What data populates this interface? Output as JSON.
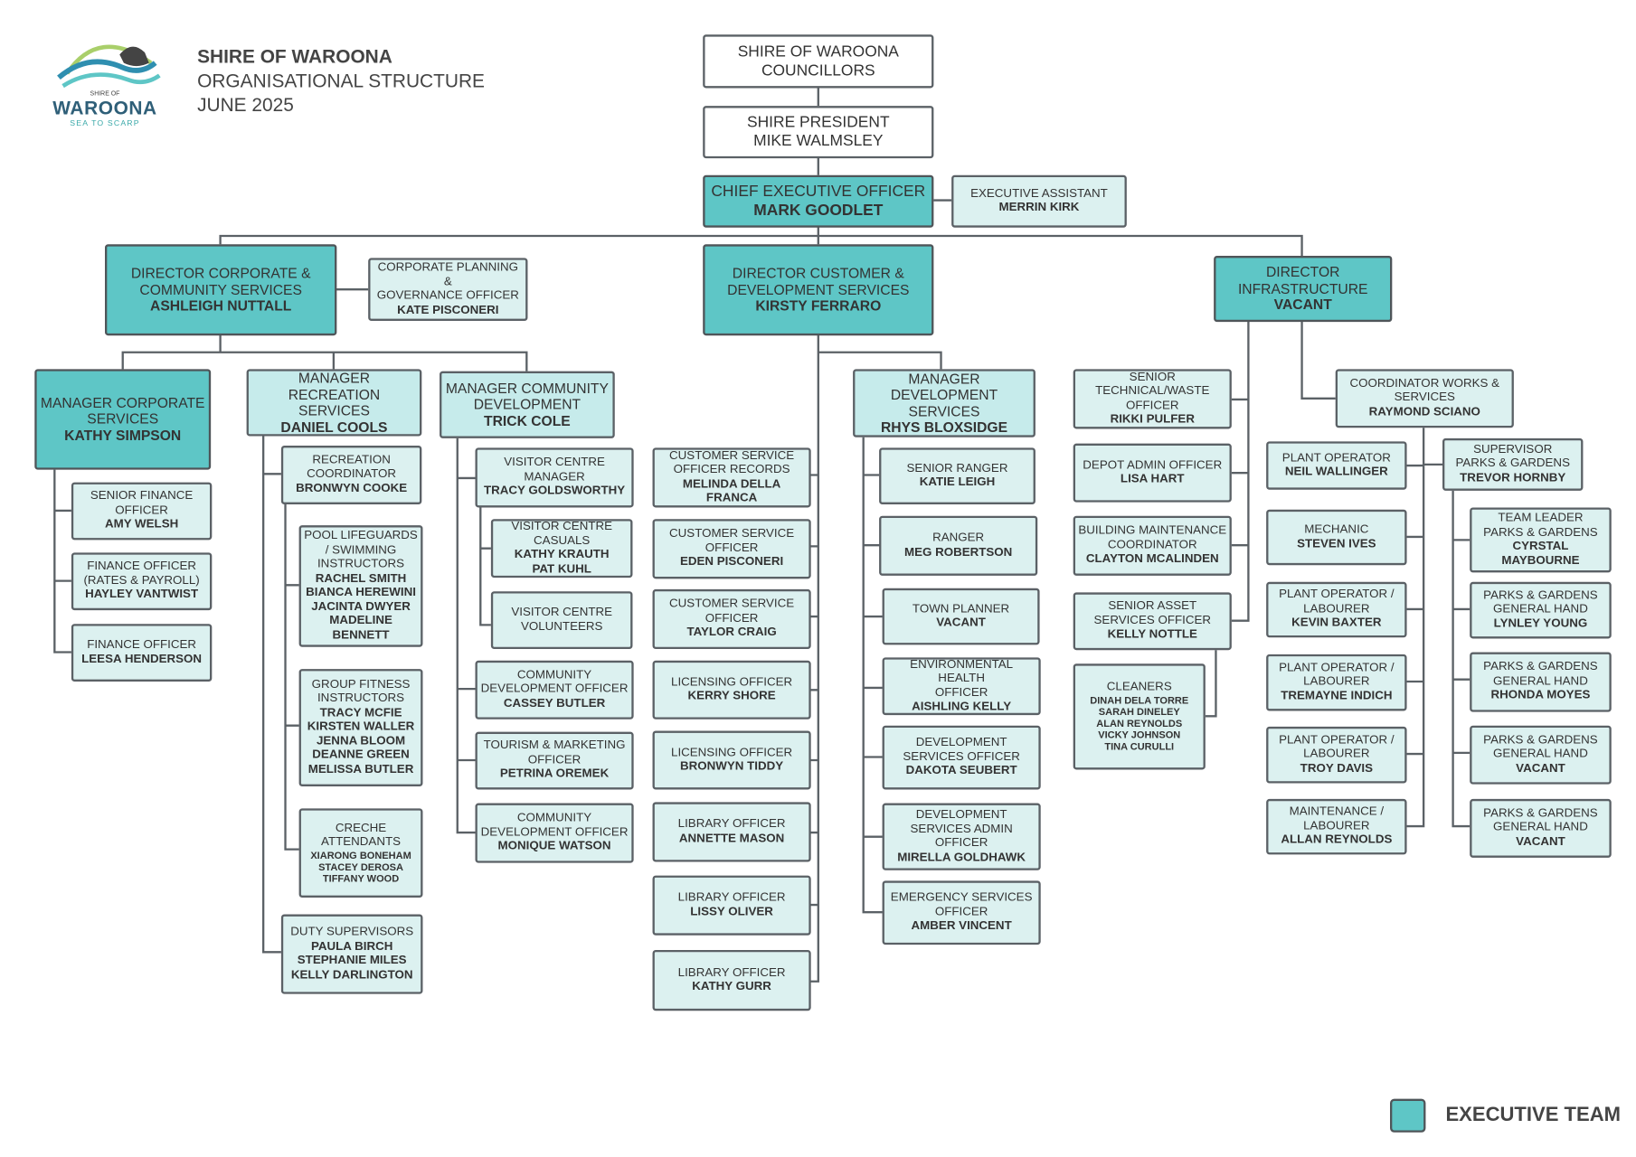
{
  "header": {
    "line1": "SHIRE OF WAROONA",
    "line2": "ORGANISATIONAL STRUCTURE",
    "line3": "JUNE 2025"
  },
  "logo": {
    "small": "SHIRE OF",
    "name": "WAROONA",
    "tagline": "SEA TO SCARP"
  },
  "colors": {
    "exec": "#5ec6c6",
    "staff": "#dcf1f0",
    "line": "#5b6166"
  },
  "legend": {
    "label": "EXECUTIVE TEAM"
  },
  "councillors": {
    "title": [
      "SHIRE OF WAROONA",
      "COUNCILLORS"
    ],
    "names": []
  },
  "president": {
    "title": [
      "SHIRE PRESIDENT",
      "MIKE WALMSLEY"
    ],
    "names": []
  },
  "ceo": {
    "title": [
      "CHIEF EXECUTIVE OFFICER"
    ],
    "names": [
      "MARK GOODLET"
    ]
  },
  "exec_assistant": {
    "title": [
      "EXECUTIVE ASSISTANT"
    ],
    "names": [
      "MERRIN KIRK"
    ]
  },
  "dir_corp": {
    "title": [
      "DIRECTOR CORPORATE &",
      "COMMUNITY SERVICES"
    ],
    "names": [
      "ASHLEIGH NUTTALL"
    ]
  },
  "corp_planning": {
    "title": [
      "CORPORATE PLANNING &",
      "GOVERNANCE OFFICER"
    ],
    "names": [
      "KATE PISCONERI"
    ]
  },
  "dir_cust": {
    "title": [
      "DIRECTOR CUSTOMER &",
      "DEVELOPMENT SERVICES"
    ],
    "names": [
      "KIRSTY FERRARO"
    ]
  },
  "dir_infra": {
    "title": [
      "DIRECTOR",
      "INFRASTRUCTURE"
    ],
    "names": [
      "VACANT"
    ]
  },
  "mgr_corp": {
    "title": [
      "MANAGER CORPORATE",
      "SERVICES"
    ],
    "names": [
      "KATHY SIMPSON"
    ]
  },
  "mgr_rec": {
    "title": [
      "MANAGER RECREATION",
      "SERVICES"
    ],
    "names": [
      "DANIEL COOLS"
    ]
  },
  "mgr_comm": {
    "title": [
      "MANAGER COMMUNITY",
      "DEVELOPMENT"
    ],
    "names": [
      "TRICK COLE"
    ]
  },
  "mgr_dev": {
    "title": [
      "MANAGER",
      "DEVELOPMENT",
      "SERVICES"
    ],
    "names": [
      "RHYS BLOXSIDGE"
    ]
  },
  "senior_finance": {
    "title": [
      "SENIOR FINANCE",
      "OFFICER"
    ],
    "names": [
      "AMY WELSH"
    ]
  },
  "finance_rates": {
    "title": [
      "FINANCE OFFICER",
      "(RATES & PAYROLL)"
    ],
    "names": [
      "HAYLEY VANTWIST"
    ]
  },
  "finance_officer": {
    "title": [
      "FINANCE OFFICER"
    ],
    "names": [
      "LEESA HENDERSON"
    ]
  },
  "rec_coord": {
    "title": [
      "RECREATION",
      "COORDINATOR"
    ],
    "names": [
      "BRONWYN COOKE"
    ]
  },
  "pool": {
    "title": [
      "POOL LIFEGUARDS",
      "/ SWIMMING",
      "INSTRUCTORS"
    ],
    "names": [
      "RACHEL SMITH",
      "BIANCA HEREWINI",
      "JACINTA DWYER",
      "MADELINE",
      "BENNETT"
    ]
  },
  "fitness": {
    "title": [
      "GROUP  FITNESS",
      "INSTRUCTORS"
    ],
    "names": [
      "TRACY MCFIE",
      "KIRSTEN WALLER",
      "JENNA BLOOM",
      "DEANNE GREEN",
      "MELISSA BUTLER"
    ]
  },
  "creche": {
    "title": [
      "CRECHE",
      "ATTENDANTS"
    ],
    "names": [
      "XIARONG BONEHAM",
      "STACEY DEROSA",
      "TIFFANY WOOD"
    ]
  },
  "duty": {
    "title": [
      "DUTY SUPERVISORS"
    ],
    "names": [
      "PAULA BIRCH",
      "STEPHANIE MILES",
      "KELLY DARLINGTON"
    ]
  },
  "vc_manager": {
    "title": [
      "VISITOR CENTRE",
      "MANAGER"
    ],
    "names": [
      "TRACY GOLDSWORTHY"
    ]
  },
  "vc_casuals": {
    "title": [
      "VISITOR CENTRE",
      "CASUALS"
    ],
    "names": [
      "KATHY KRAUTH",
      "PAT KUHL"
    ]
  },
  "vc_volunteers": {
    "title": [
      "VISITOR CENTRE",
      "VOLUNTEERS"
    ],
    "names": []
  },
  "cdo_butler": {
    "title": [
      "COMMUNITY",
      "DEVELOPMENT OFFICER"
    ],
    "names": [
      "CASSEY BUTLER"
    ]
  },
  "tourism": {
    "title": [
      "TOURISM & MARKETING",
      "OFFICER"
    ],
    "names": [
      "PETRINA OREMEK"
    ]
  },
  "cdo_watson": {
    "title": [
      "COMMUNITY",
      "DEVELOPMENT OFFICER"
    ],
    "names": [
      "MONIQUE WATSON"
    ]
  },
  "cso_records": {
    "title": [
      "CUSTOMER SERVICE",
      "OFFICER RECORDS"
    ],
    "names": [
      "MELINDA DELLA FRANCA"
    ]
  },
  "cso_eden": {
    "title": [
      "CUSTOMER SERVICE",
      "OFFICER"
    ],
    "names": [
      "EDEN PISCONERI"
    ]
  },
  "cso_taylor": {
    "title": [
      "CUSTOMER SERVICE",
      "OFFICER"
    ],
    "names": [
      "TAYLOR CRAIG"
    ]
  },
  "lic_kerry": {
    "title": [
      "LICENSING OFFICER"
    ],
    "names": [
      "KERRY SHORE"
    ]
  },
  "lic_bronwyn": {
    "title": [
      "LICENSING OFFICER"
    ],
    "names": [
      "BRONWYN TIDDY"
    ]
  },
  "lib_annette": {
    "title": [
      "LIBRARY OFFICER"
    ],
    "names": [
      "ANNETTE MASON"
    ]
  },
  "lib_lissy": {
    "title": [
      "LIBRARY OFFICER"
    ],
    "names": [
      "LISSY OLIVER"
    ]
  },
  "lib_kathy": {
    "title": [
      "LIBRARY OFFICER"
    ],
    "names": [
      "KATHY GURR"
    ]
  },
  "senior_ranger": {
    "title": [
      "SENIOR RANGER"
    ],
    "names": [
      "KATIE LEIGH"
    ]
  },
  "ranger": {
    "title": [
      "RANGER"
    ],
    "names": [
      "MEG ROBERTSON"
    ]
  },
  "town_planner": {
    "title": [
      "TOWN PLANNER"
    ],
    "names": [
      "VACANT"
    ]
  },
  "env_health": {
    "title": [
      "ENVIRONMENTAL HEALTH",
      "OFFICER"
    ],
    "names": [
      "AISHLING KELLY"
    ]
  },
  "dev_services": {
    "title": [
      "DEVELOPMENT",
      "SERVICES OFFICER"
    ],
    "names": [
      "DAKOTA SEUBERT"
    ]
  },
  "dev_admin": {
    "title": [
      "DEVELOPMENT",
      "SERVICES ADMIN",
      "OFFICER"
    ],
    "names": [
      "MIRELLA GOLDHAWK"
    ]
  },
  "emergency": {
    "title": [
      "EMERGENCY SERVICES",
      "OFFICER"
    ],
    "names": [
      "AMBER VINCENT"
    ]
  },
  "senior_tech": {
    "title": [
      "SENIOR",
      "TECHNICAL/WASTE",
      "OFFICER"
    ],
    "names": [
      "RIKKI PULFER"
    ]
  },
  "depot_admin": {
    "title": [
      "DEPOT ADMIN OFFICER"
    ],
    "names": [
      "LISA HART"
    ]
  },
  "building_maint": {
    "title": [
      "BUILDING MAINTENANCE",
      "COORDINATOR"
    ],
    "names": [
      "CLAYTON MCALINDEN"
    ]
  },
  "senior_asset": {
    "title": [
      "SENIOR ASSET",
      "SERVICES OFFICER"
    ],
    "names": [
      "KELLY NOTTLE"
    ]
  },
  "cleaners": {
    "title": [
      "CLEANERS"
    ],
    "names": [
      "DINAH DELA TORRE",
      "SARAH DINELEY",
      "ALAN REYNOLDS",
      "VICKY JOHNSON",
      "TINA CURULLI"
    ]
  },
  "coord_works": {
    "title": [
      "COORDINATOR WORKS &",
      "SERVICES"
    ],
    "names": [
      "RAYMOND SCIANO"
    ]
  },
  "plant_neil": {
    "title": [
      "PLANT OPERATOR"
    ],
    "names": [
      "NEIL WALLINGER"
    ]
  },
  "mechanic": {
    "title": [
      "MECHANIC"
    ],
    "names": [
      "STEVEN IVES"
    ]
  },
  "plant_kevin": {
    "title": [
      "PLANT OPERATOR /",
      "LABOURER"
    ],
    "names": [
      "KEVIN BAXTER"
    ]
  },
  "plant_tremayne": {
    "title": [
      "PLANT OPERATOR /",
      "LABOURER"
    ],
    "names": [
      "TREMAYNE INDICH"
    ]
  },
  "plant_troy": {
    "title": [
      "PLANT OPERATOR /",
      "LABOURER"
    ],
    "names": [
      "TROY DAVIS"
    ]
  },
  "maint_allan": {
    "title": [
      "MAINTENANCE /",
      "LABOURER"
    ],
    "names": [
      "ALLAN REYNOLDS"
    ]
  },
  "sup_parks": {
    "title": [
      "SUPERVISOR",
      "PARKS & GARDENS"
    ],
    "names": [
      "TREVOR HORNBY"
    ]
  },
  "tl_parks": {
    "title": [
      "TEAM LEADER",
      "PARKS & GARDENS"
    ],
    "names": [
      "CYRSTAL",
      "MAYBOURNE"
    ]
  },
  "pg_lynley": {
    "title": [
      "PARKS & GARDENS",
      "GENERAL HAND"
    ],
    "names": [
      "LYNLEY YOUNG"
    ]
  },
  "pg_rhonda": {
    "title": [
      "PARKS & GARDENS",
      "GENERAL HAND"
    ],
    "names": [
      "RHONDA MOYES"
    ]
  },
  "pg_vacant1": {
    "title": [
      "PARKS & GARDENS",
      "GENERAL HAND"
    ],
    "names": [
      "VACANT"
    ]
  },
  "pg_vacant2": {
    "title": [
      "PARKS & GARDENS",
      "GENERAL HAND"
    ],
    "names": [
      "VACANT"
    ]
  }
}
